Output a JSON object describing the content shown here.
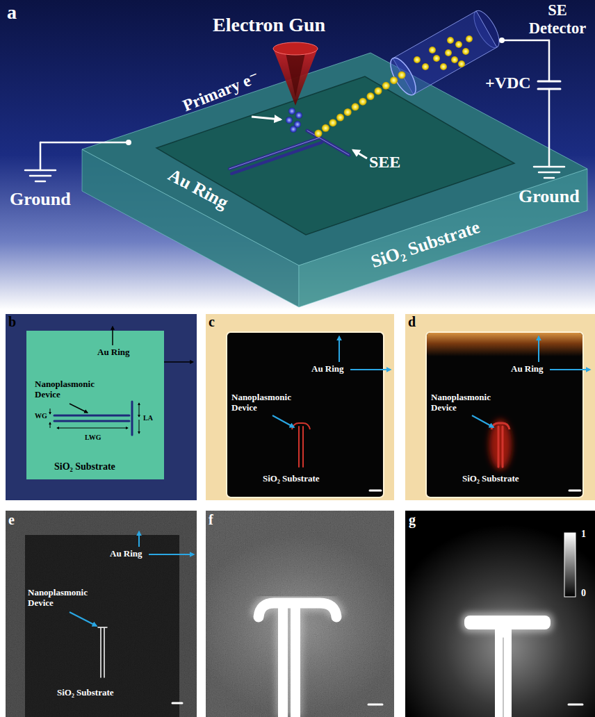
{
  "diagram": {
    "labels": [
      "a",
      "Electron Gun",
      "SE Detector",
      "Primary e⁻",
      "SEE",
      "Au Ring",
      "SiO₂ Substrate",
      "Ground",
      "Ground",
      "+VDC",
      "b",
      "Au Ring",
      "Nanoplasmonic Device",
      "WG",
      "LA",
      "LWG",
      "SiO₂ Substrate",
      "c",
      "Au Ring",
      "Nanoplasmonic Device",
      "SiO₂ Substrate",
      "d",
      "Au Ring",
      "Nanoplasmonic Device",
      "SiO₂ Substrate",
      "e",
      "Au Ring",
      "Nanoplasmonic Device",
      "SiO₂ Substrate",
      "f",
      "g",
      "1",
      "0"
    ]
  }
}
